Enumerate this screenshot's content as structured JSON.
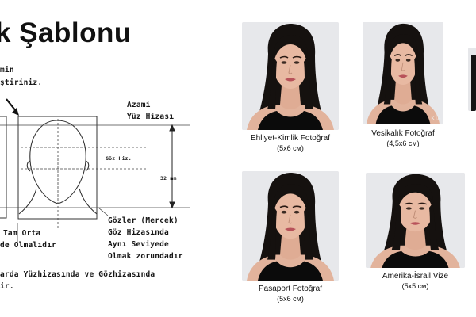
{
  "page_title": "k Şablonu",
  "template": {
    "note_top": [
      "min",
      "ştiriniz."
    ],
    "top_head_label": "Azami",
    "top_head_label2": "Yüz Hizası",
    "eye_line_label": "Göz Hiz.",
    "height_label": "32 mm",
    "center_note": [
      "Tam Orta",
      "de Olmalıdır"
    ],
    "eyes_note": [
      "Gözler (Mercek)",
      "Göz Hizasında",
      "Aynı Seviyede",
      "Olmak zorundadır"
    ],
    "bottom_note": [
      "arda Yüzhizasında ve Gözhizasında",
      "ir."
    ]
  },
  "photos": [
    {
      "name": "Ehliyet-Kimlik Fotoğraf",
      "size": "(5x6 ᴄᴍ)"
    },
    {
      "name": "Vesikalık Fotoğraf",
      "size": "(4,5x6 ᴄᴍ)",
      "watermark": "Kla"
    },
    {
      "name": "Pasaport Fotoğraf",
      "size": "(5x6 ᴄᴍ)"
    },
    {
      "name": "Amerika-İsrail Vize",
      "size": "(5x5 ᴄᴍ)"
    }
  ],
  "colors": {
    "hair": "#15110f",
    "skin": "#e8b9a2",
    "shirt": "#0b0b0b",
    "lips": "#b8525a",
    "photo_bg": "#e7e8eb"
  }
}
